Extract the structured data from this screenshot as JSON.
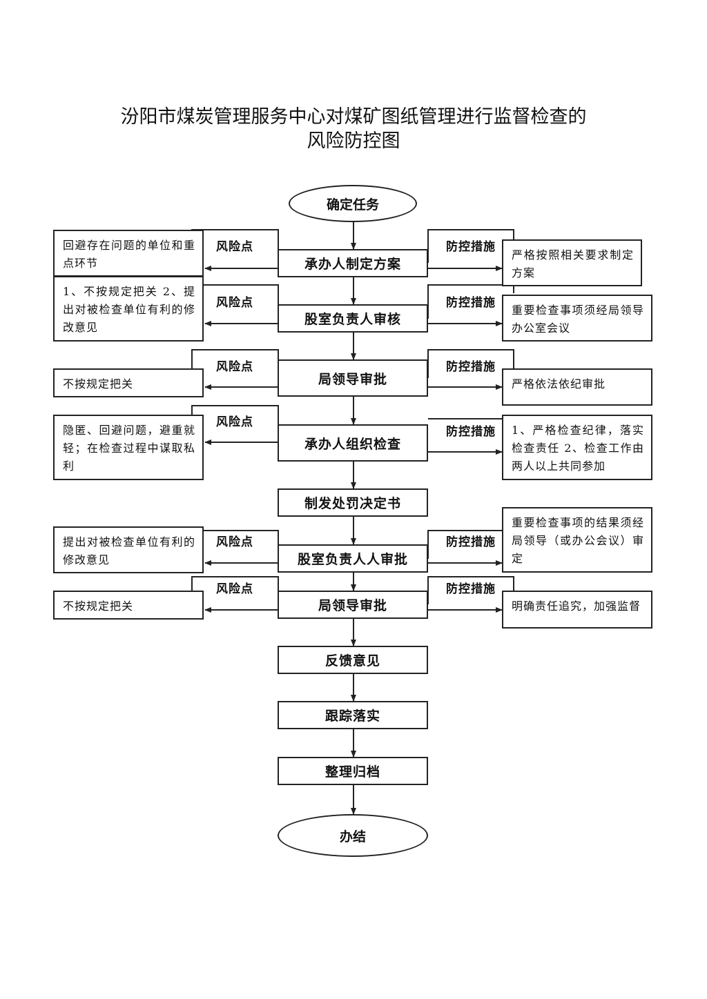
{
  "title": {
    "line1": "汾阳市煤炭管理服务中心对煤矿图纸管理进行监督检查的",
    "line2": "风险防控图"
  },
  "labels": {
    "risk": "风险点",
    "control": "防控措施"
  },
  "flow": {
    "start": "确定任务",
    "end": "办结",
    "steps": [
      "承办人制定方案",
      "股室负责人审核",
      "局领导审批",
      "承办人组织检查",
      "制发处罚决定书",
      "股室负责人人审批",
      "局领导审批",
      "反馈意见",
      "跟踪落实",
      "整理归档"
    ]
  },
  "risks": [
    "回避存在问题的单位和重点环节",
    "1、不按规定把关 2、提出对被检查单位有利的修改意见",
    "不按规定把关",
    "隐匿、回避问题，避重就轻；在检查过程中谋取私利",
    "提出对被检查单位有利的修改意见",
    "不按规定把关"
  ],
  "controls": [
    "严格按照相关要求制定方案",
    "重要检查事项须经局领导办公室会议",
    "严格依法依纪审批",
    "1、严格检查纪律，落实检查责任 2、检查工作由两人以上共同参加",
    "重要检查事项的结果须经局领导（或办公会议）审定",
    "明确责任追究，加强监督"
  ]
}
